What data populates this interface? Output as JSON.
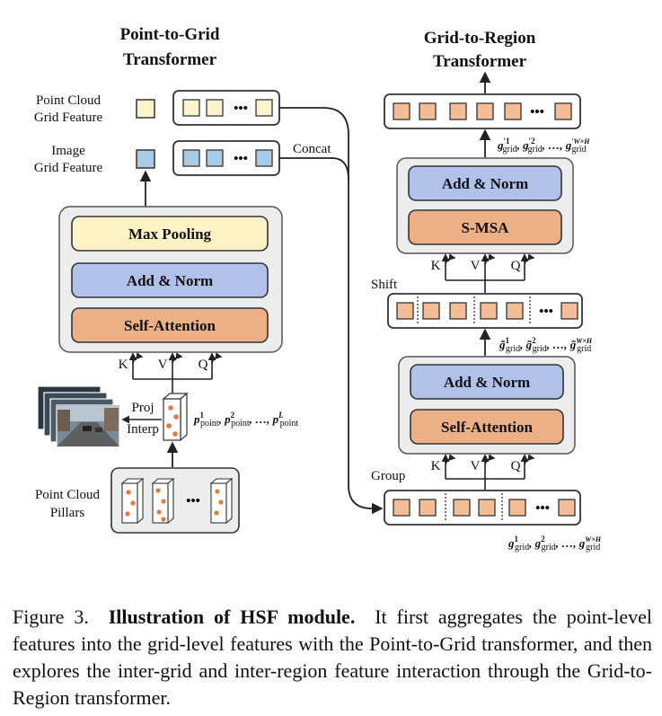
{
  "left_title_line1": "Point-to-Grid",
  "left_title_line2": "Transformer",
  "right_title_line1": "Grid-to-Region",
  "right_title_line2": "Transformer",
  "point_cloud_grid_feature_line1": "Point Cloud",
  "point_cloud_grid_feature_line2": "Grid Feature",
  "image_grid_feature_line1": "Image",
  "image_grid_feature_line2": "Grid Feature",
  "concat": "Concat",
  "max_pooling": "Max Pooling",
  "add_norm": "Add & Norm",
  "self_attention": "Self-Attention",
  "s_msa": "S-MSA",
  "k": "K",
  "v": "V",
  "q": "Q",
  "proj": "Proj",
  "interp": "Interp",
  "point_features": "p¹point, p²point, …, pᴸpoint",
  "point_cloud_pillars_line1": "Point Cloud",
  "point_cloud_pillars_line2": "Pillars",
  "ellipsis": "•••",
  "shift": "Shift",
  "group": "Group",
  "grid_features": "g¹grid, g²grid, …, gᵂˣᴴgrid",
  "shifted_grid_features": "g̃¹grid, g̃²grid, …, g̃ᵂˣᴴgrid",
  "region_features": "g′¹grid, g′²grid, …, g′ᵂˣᴴgrid",
  "caption": {
    "figure": "Figure 3.",
    "title": "Illustration of HSF module.",
    "body": "It first aggregates the point-level features into the grid-level features with the Point-to-Grid transformer, and then explores the inter-grid and inter-region feature interaction through the Grid-to-Region transformer."
  },
  "colors": {
    "point_feature": "#fdf3cd",
    "image_feature": "#a9cbe6",
    "token": "#f3bd98",
    "add_norm": "#b0c1ea",
    "attention": "#ebb086",
    "max_pooling": "#fdf1c6",
    "panel": "#ededed"
  }
}
